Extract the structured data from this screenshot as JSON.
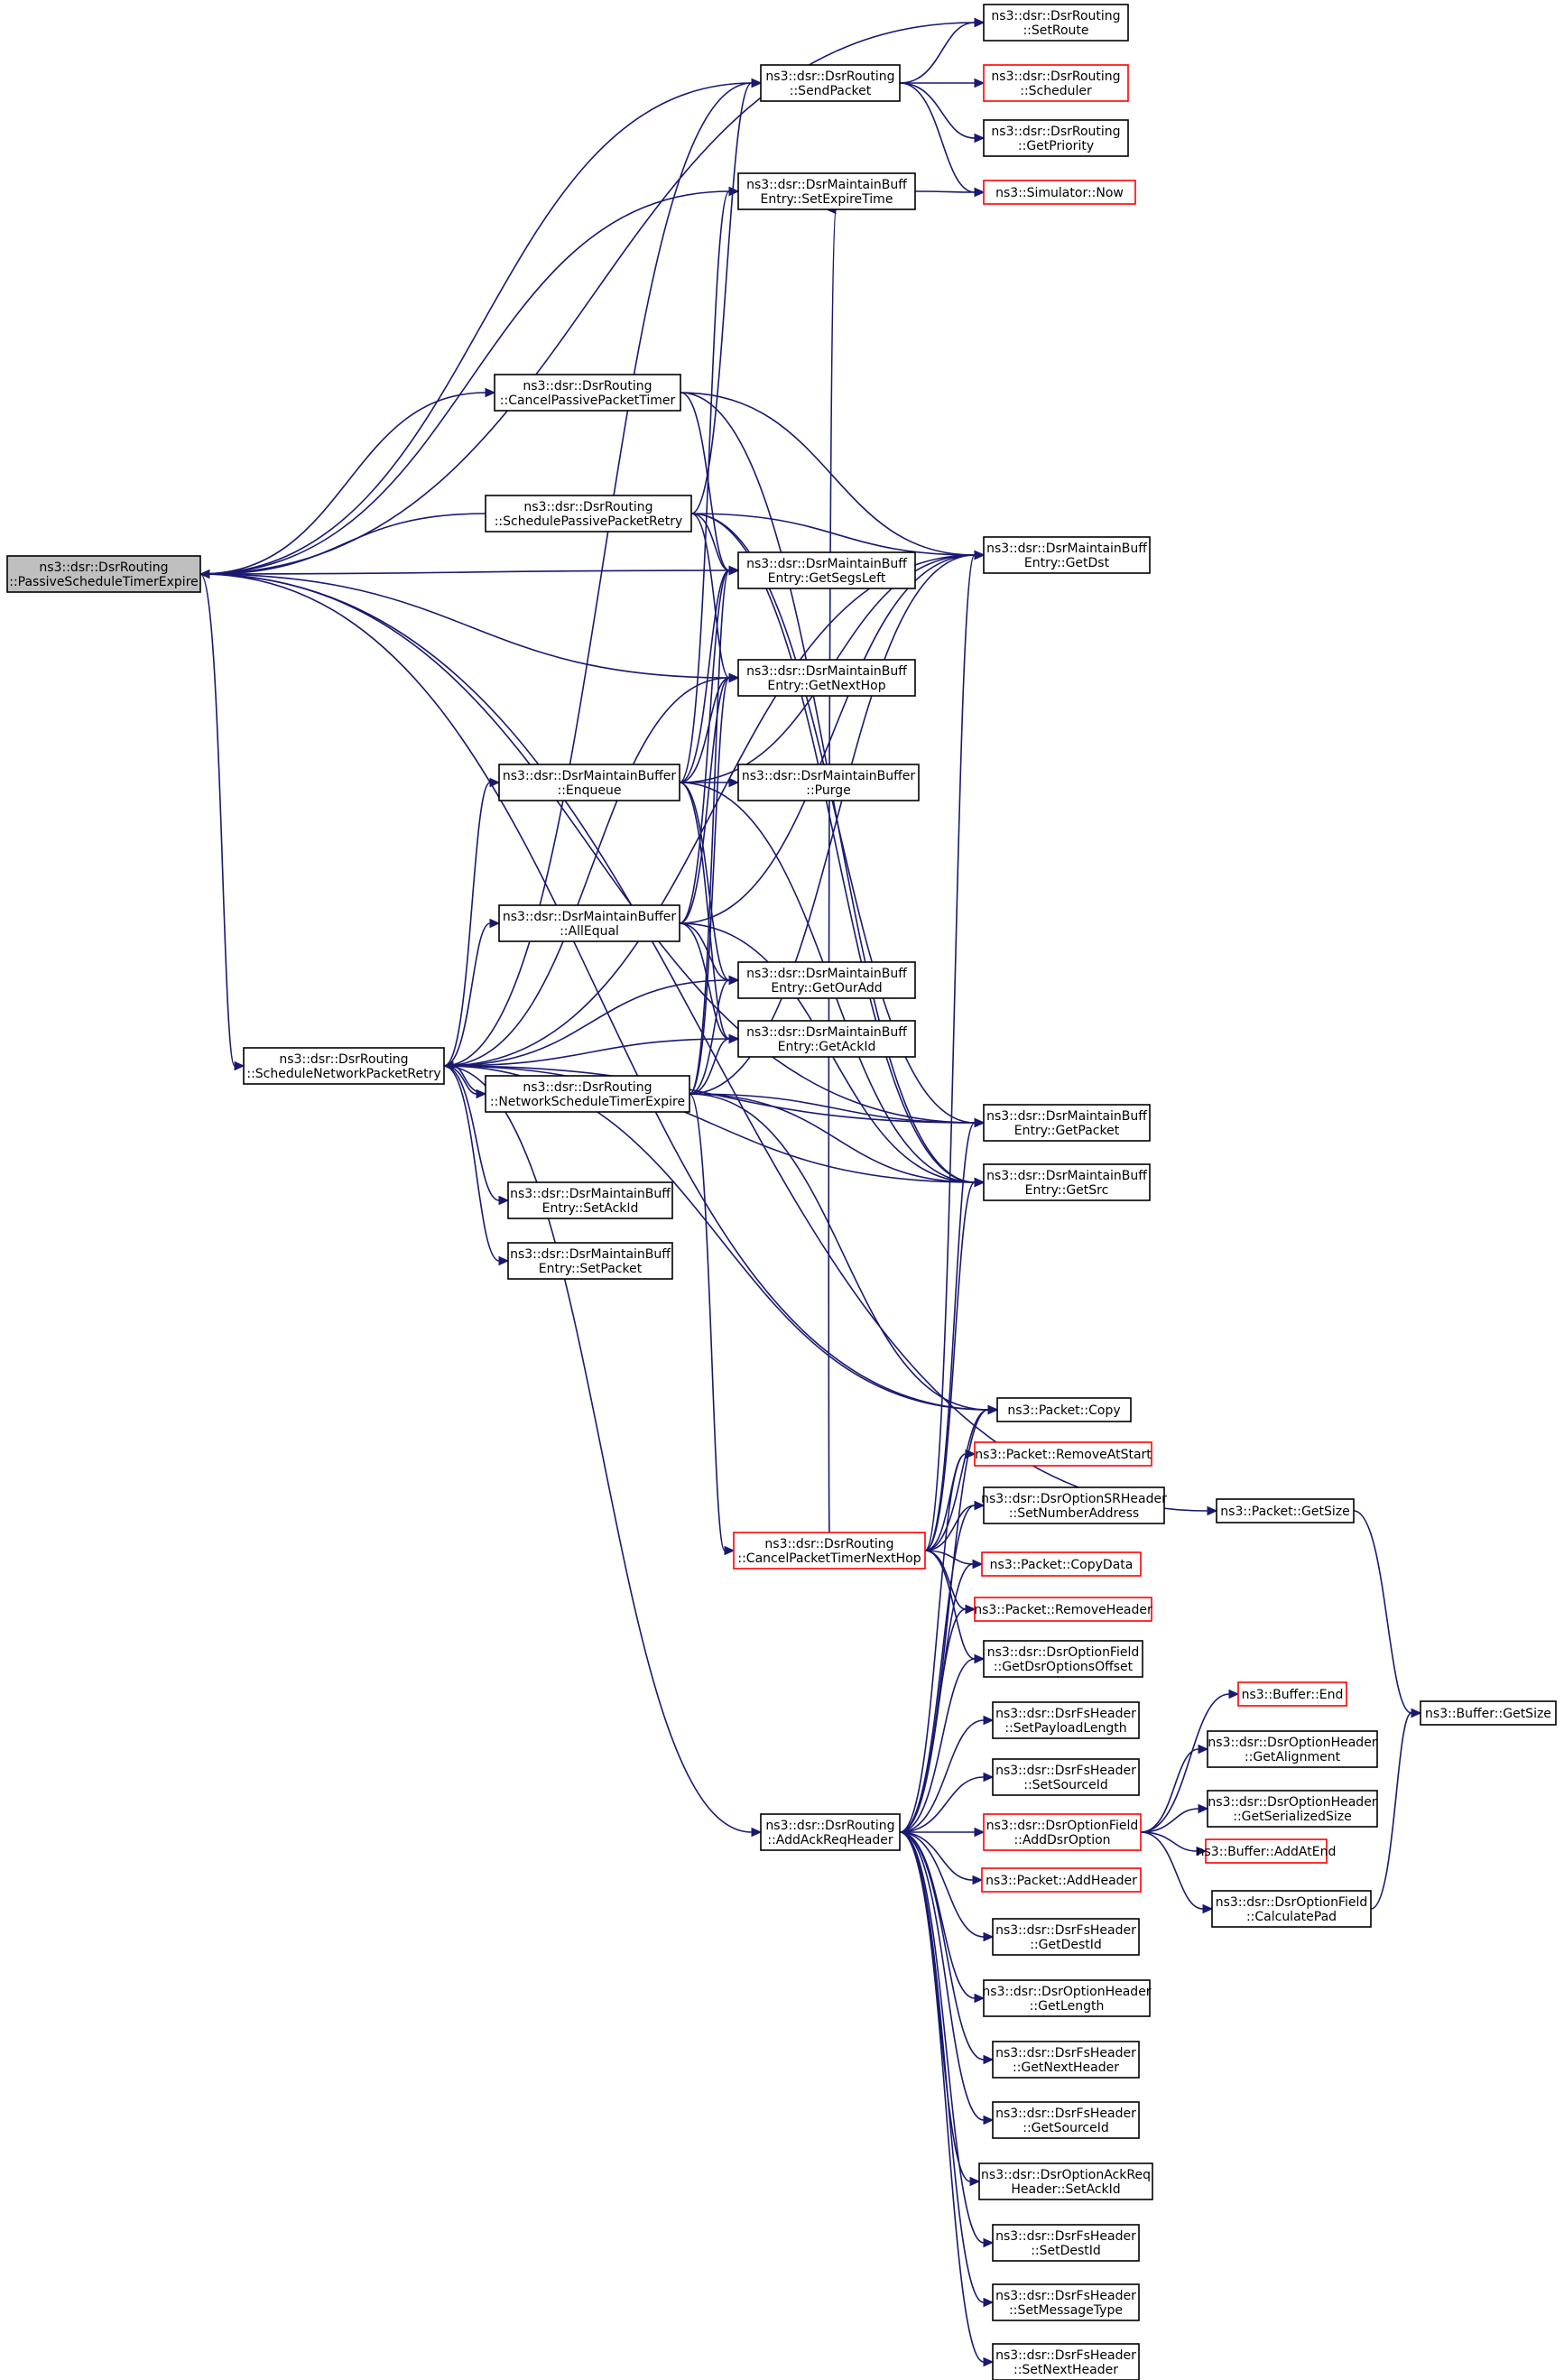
{
  "nodes": {
    "passive_timer_expire": {
      "lines": [
        "ns3::dsr::DsrRouting",
        "::PassiveScheduleTimerExpire"
      ],
      "link": false,
      "root": true
    },
    "set_route": {
      "lines": [
        "ns3::dsr::DsrRouting",
        "::SetRoute"
      ],
      "link": false
    },
    "send_packet": {
      "lines": [
        "ns3::dsr::DsrRouting",
        "::SendPacket"
      ],
      "link": false
    },
    "scheduler": {
      "lines": [
        "ns3::dsr::DsrRouting",
        "::Scheduler"
      ],
      "link": true
    },
    "get_priority": {
      "lines": [
        "ns3::dsr::DsrRouting",
        "::GetPriority"
      ],
      "link": false
    },
    "set_expire_time": {
      "lines": [
        "ns3::dsr::DsrMaintainBuff",
        "Entry::SetExpireTime"
      ],
      "link": false
    },
    "simulator_now": {
      "lines": [
        "ns3::Simulator::Now"
      ],
      "link": true
    },
    "cancel_passive_timer": {
      "lines": [
        "ns3::dsr::DsrRouting",
        "::CancelPassivePacketTimer"
      ],
      "link": false
    },
    "schedule_passive_retry": {
      "lines": [
        "ns3::dsr::DsrRouting",
        "::SchedulePassivePacketRetry"
      ],
      "link": false
    },
    "get_dst": {
      "lines": [
        "ns3::dsr::DsrMaintainBuff",
        "Entry::GetDst"
      ],
      "link": false
    },
    "get_segs_left": {
      "lines": [
        "ns3::dsr::DsrMaintainBuff",
        "Entry::GetSegsLeft"
      ],
      "link": false
    },
    "get_next_hop": {
      "lines": [
        "ns3::dsr::DsrMaintainBuff",
        "Entry::GetNextHop"
      ],
      "link": false
    },
    "enqueue": {
      "lines": [
        "ns3::dsr::DsrMaintainBuffer",
        "::Enqueue"
      ],
      "link": false
    },
    "purge": {
      "lines": [
        "ns3::dsr::DsrMaintainBuffer",
        "::Purge"
      ],
      "link": false
    },
    "all_equal": {
      "lines": [
        "ns3::dsr::DsrMaintainBuffer",
        "::AllEqual"
      ],
      "link": false
    },
    "get_our_add": {
      "lines": [
        "ns3::dsr::DsrMaintainBuff",
        "Entry::GetOurAdd"
      ],
      "link": false
    },
    "get_ack_id": {
      "lines": [
        "ns3::dsr::DsrMaintainBuff",
        "Entry::GetAckId"
      ],
      "link": false
    },
    "schedule_network_retry": {
      "lines": [
        "ns3::dsr::DsrRouting",
        "::ScheduleNetworkPacketRetry"
      ],
      "link": false
    },
    "network_timer_expire": {
      "lines": [
        "ns3::dsr::DsrRouting",
        "::NetworkScheduleTimerExpire"
      ],
      "link": false
    },
    "get_packet": {
      "lines": [
        "ns3::dsr::DsrMaintainBuff",
        "Entry::GetPacket"
      ],
      "link": false
    },
    "get_src": {
      "lines": [
        "ns3::dsr::DsrMaintainBuff",
        "Entry::GetSrc"
      ],
      "link": false
    },
    "set_ack_id": {
      "lines": [
        "ns3::dsr::DsrMaintainBuff",
        "Entry::SetAckId"
      ],
      "link": false
    },
    "set_packet": {
      "lines": [
        "ns3::dsr::DsrMaintainBuff",
        "Entry::SetPacket"
      ],
      "link": false
    },
    "packet_copy": {
      "lines": [
        "ns3::Packet::Copy"
      ],
      "link": false
    },
    "remove_at_start": {
      "lines": [
        "ns3::Packet::RemoveAtStart"
      ],
      "link": true
    },
    "set_number_address": {
      "lines": [
        "ns3::dsr::DsrOptionSRHeader",
        "::SetNumberAddress"
      ],
      "link": false
    },
    "packet_get_size": {
      "lines": [
        "ns3::Packet::GetSize"
      ],
      "link": false
    },
    "cancel_timer_next_hop": {
      "lines": [
        "ns3::dsr::DsrRouting",
        "::CancelPacketTimerNextHop"
      ],
      "link": true
    },
    "copy_data": {
      "lines": [
        "ns3::Packet::CopyData"
      ],
      "link": true
    },
    "remove_header": {
      "lines": [
        "ns3::Packet::RemoveHeader"
      ],
      "link": true
    },
    "get_dsr_options_offset": {
      "lines": [
        "ns3::dsr::DsrOptionField",
        "::GetDsrOptionsOffset"
      ],
      "link": false
    },
    "buffer_end": {
      "lines": [
        "ns3::Buffer::End"
      ],
      "link": true
    },
    "buffer_get_size": {
      "lines": [
        "ns3::Buffer::GetSize"
      ],
      "link": false
    },
    "set_payload_length": {
      "lines": [
        "ns3::dsr::DsrFsHeader",
        "::SetPayloadLength"
      ],
      "link": false
    },
    "get_alignment": {
      "lines": [
        "ns3::dsr::DsrOptionHeader",
        "::GetAlignment"
      ],
      "link": false
    },
    "set_source_id": {
      "lines": [
        "ns3::dsr::DsrFsHeader",
        "::SetSourceId"
      ],
      "link": false
    },
    "get_serialized_size": {
      "lines": [
        "ns3::dsr::DsrOptionHeader",
        "::GetSerializedSize"
      ],
      "link": false
    },
    "add_ack_req_header": {
      "lines": [
        "ns3::dsr::DsrRouting",
        "::AddAckReqHeader"
      ],
      "link": false
    },
    "add_dsr_option": {
      "lines": [
        "ns3::dsr::DsrOptionField",
        "::AddDsrOption"
      ],
      "link": true
    },
    "add_at_end": {
      "lines": [
        "ns3::Buffer::AddAtEnd"
      ],
      "link": true
    },
    "add_header": {
      "lines": [
        "ns3::Packet::AddHeader"
      ],
      "link": true
    },
    "calculate_pad": {
      "lines": [
        "ns3::dsr::DsrOptionField",
        "::CalculatePad"
      ],
      "link": false
    },
    "get_dest_id": {
      "lines": [
        "ns3::dsr::DsrFsHeader",
        "::GetDestId"
      ],
      "link": false
    },
    "get_length": {
      "lines": [
        "ns3::dsr::DsrOptionHeader",
        "::GetLength"
      ],
      "link": false
    },
    "get_next_header": {
      "lines": [
        "ns3::dsr::DsrFsHeader",
        "::GetNextHeader"
      ],
      "link": false
    },
    "get_source_id": {
      "lines": [
        "ns3::dsr::DsrFsHeader",
        "::GetSourceId"
      ],
      "link": false
    },
    "set_ack_id_req": {
      "lines": [
        "ns3::dsr::DsrOptionAckReq",
        "Header::SetAckId"
      ],
      "link": false
    },
    "set_dest_id": {
      "lines": [
        "ns3::dsr::DsrFsHeader",
        "::SetDestId"
      ],
      "link": false
    },
    "set_message_type": {
      "lines": [
        "ns3::dsr::DsrFsHeader",
        "::SetMessageType"
      ],
      "link": false
    },
    "set_next_header": {
      "lines": [
        "ns3::dsr::DsrFsHeader",
        "::SetNextHeader"
      ],
      "link": false
    }
  },
  "edges": [
    [
      "passive_timer_expire",
      "set_route"
    ],
    [
      "passive_timer_expire",
      "send_packet"
    ],
    [
      "passive_timer_expire",
      "set_expire_time"
    ],
    [
      "passive_timer_expire",
      "cancel_passive_timer"
    ],
    [
      "passive_timer_expire",
      "get_segs_left"
    ],
    [
      "passive_timer_expire",
      "get_next_hop"
    ],
    [
      "passive_timer_expire",
      "get_packet"
    ],
    [
      "passive_timer_expire",
      "schedule_network_retry"
    ],
    [
      "passive_timer_expire",
      "packet_copy"
    ],
    [
      "passive_timer_expire",
      "packet_get_size"
    ],
    [
      "send_packet",
      "set_route"
    ],
    [
      "send_packet",
      "scheduler"
    ],
    [
      "send_packet",
      "get_priority"
    ],
    [
      "send_packet",
      "simulator_now"
    ],
    [
      "set_expire_time",
      "simulator_now"
    ],
    [
      "cancel_passive_timer",
      "get_dst"
    ],
    [
      "cancel_passive_timer",
      "get_segs_left"
    ],
    [
      "cancel_passive_timer",
      "get_src"
    ],
    [
      "schedule_passive_retry",
      "passive_timer_expire"
    ],
    [
      "schedule_passive_retry",
      "get_dst"
    ],
    [
      "schedule_passive_retry",
      "get_segs_left"
    ],
    [
      "schedule_passive_retry",
      "get_next_hop"
    ],
    [
      "schedule_passive_retry",
      "get_packet"
    ],
    [
      "schedule_passive_retry",
      "get_src"
    ],
    [
      "schedule_passive_retry",
      "send_packet"
    ],
    [
      "enqueue",
      "set_expire_time"
    ],
    [
      "enqueue",
      "get_dst"
    ],
    [
      "enqueue",
      "get_segs_left"
    ],
    [
      "enqueue",
      "get_next_hop"
    ],
    [
      "enqueue",
      "purge"
    ],
    [
      "enqueue",
      "get_our_add"
    ],
    [
      "enqueue",
      "get_ack_id"
    ],
    [
      "enqueue",
      "get_src"
    ],
    [
      "all_equal",
      "get_dst"
    ],
    [
      "all_equal",
      "get_segs_left"
    ],
    [
      "all_equal",
      "get_next_hop"
    ],
    [
      "all_equal",
      "get_our_add"
    ],
    [
      "all_equal",
      "get_ack_id"
    ],
    [
      "all_equal",
      "get_src"
    ],
    [
      "schedule_network_retry",
      "send_packet"
    ],
    [
      "schedule_network_retry",
      "get_dst"
    ],
    [
      "schedule_network_retry",
      "get_next_hop"
    ],
    [
      "schedule_network_retry",
      "enqueue"
    ],
    [
      "schedule_network_retry",
      "all_equal"
    ],
    [
      "schedule_network_retry",
      "get_our_add"
    ],
    [
      "schedule_network_retry",
      "get_ack_id"
    ],
    [
      "schedule_network_retry",
      "network_timer_expire"
    ],
    [
      "schedule_network_retry",
      "get_packet"
    ],
    [
      "schedule_network_retry",
      "get_src"
    ],
    [
      "schedule_network_retry",
      "set_ack_id"
    ],
    [
      "schedule_network_retry",
      "set_packet"
    ],
    [
      "schedule_network_retry",
      "packet_copy"
    ],
    [
      "schedule_network_retry",
      "add_ack_req_header"
    ],
    [
      "network_timer_expire",
      "schedule_network_retry"
    ],
    [
      "network_timer_expire",
      "get_dst"
    ],
    [
      "network_timer_expire",
      "get_segs_left"
    ],
    [
      "network_timer_expire",
      "get_next_hop"
    ],
    [
      "network_timer_expire",
      "get_our_add"
    ],
    [
      "network_timer_expire",
      "get_ack_id"
    ],
    [
      "network_timer_expire",
      "get_packet"
    ],
    [
      "network_timer_expire",
      "get_src"
    ],
    [
      "network_timer_expire",
      "packet_copy"
    ],
    [
      "network_timer_expire",
      "cancel_timer_next_hop"
    ],
    [
      "cancel_timer_next_hop",
      "set_expire_time"
    ],
    [
      "cancel_timer_next_hop",
      "get_dst"
    ],
    [
      "cancel_timer_next_hop",
      "get_packet"
    ],
    [
      "cancel_timer_next_hop",
      "get_src"
    ],
    [
      "cancel_timer_next_hop",
      "packet_copy"
    ],
    [
      "cancel_timer_next_hop",
      "remove_at_start"
    ],
    [
      "cancel_timer_next_hop",
      "set_number_address"
    ],
    [
      "cancel_timer_next_hop",
      "copy_data"
    ],
    [
      "cancel_timer_next_hop",
      "remove_header"
    ],
    [
      "cancel_timer_next_hop",
      "get_dsr_options_offset"
    ],
    [
      "add_ack_req_header",
      "packet_copy"
    ],
    [
      "add_ack_req_header",
      "remove_at_start"
    ],
    [
      "add_ack_req_header",
      "set_number_address"
    ],
    [
      "add_ack_req_header",
      "copy_data"
    ],
    [
      "add_ack_req_header",
      "remove_header"
    ],
    [
      "add_ack_req_header",
      "get_dsr_options_offset"
    ],
    [
      "add_ack_req_header",
      "set_payload_length"
    ],
    [
      "add_ack_req_header",
      "set_source_id"
    ],
    [
      "add_ack_req_header",
      "add_dsr_option"
    ],
    [
      "add_ack_req_header",
      "add_header"
    ],
    [
      "add_ack_req_header",
      "get_dest_id"
    ],
    [
      "add_ack_req_header",
      "get_length"
    ],
    [
      "add_ack_req_header",
      "get_next_header"
    ],
    [
      "add_ack_req_header",
      "get_source_id"
    ],
    [
      "add_ack_req_header",
      "set_ack_id_req"
    ],
    [
      "add_ack_req_header",
      "set_dest_id"
    ],
    [
      "add_ack_req_header",
      "set_message_type"
    ],
    [
      "add_ack_req_header",
      "set_next_header"
    ],
    [
      "add_dsr_option",
      "buffer_end"
    ],
    [
      "add_dsr_option",
      "get_alignment"
    ],
    [
      "add_dsr_option",
      "get_serialized_size"
    ],
    [
      "add_dsr_option",
      "add_at_end"
    ],
    [
      "add_dsr_option",
      "calculate_pad"
    ],
    [
      "calculate_pad",
      "buffer_get_size"
    ],
    [
      "packet_get_size",
      "buffer_get_size"
    ]
  ]
}
